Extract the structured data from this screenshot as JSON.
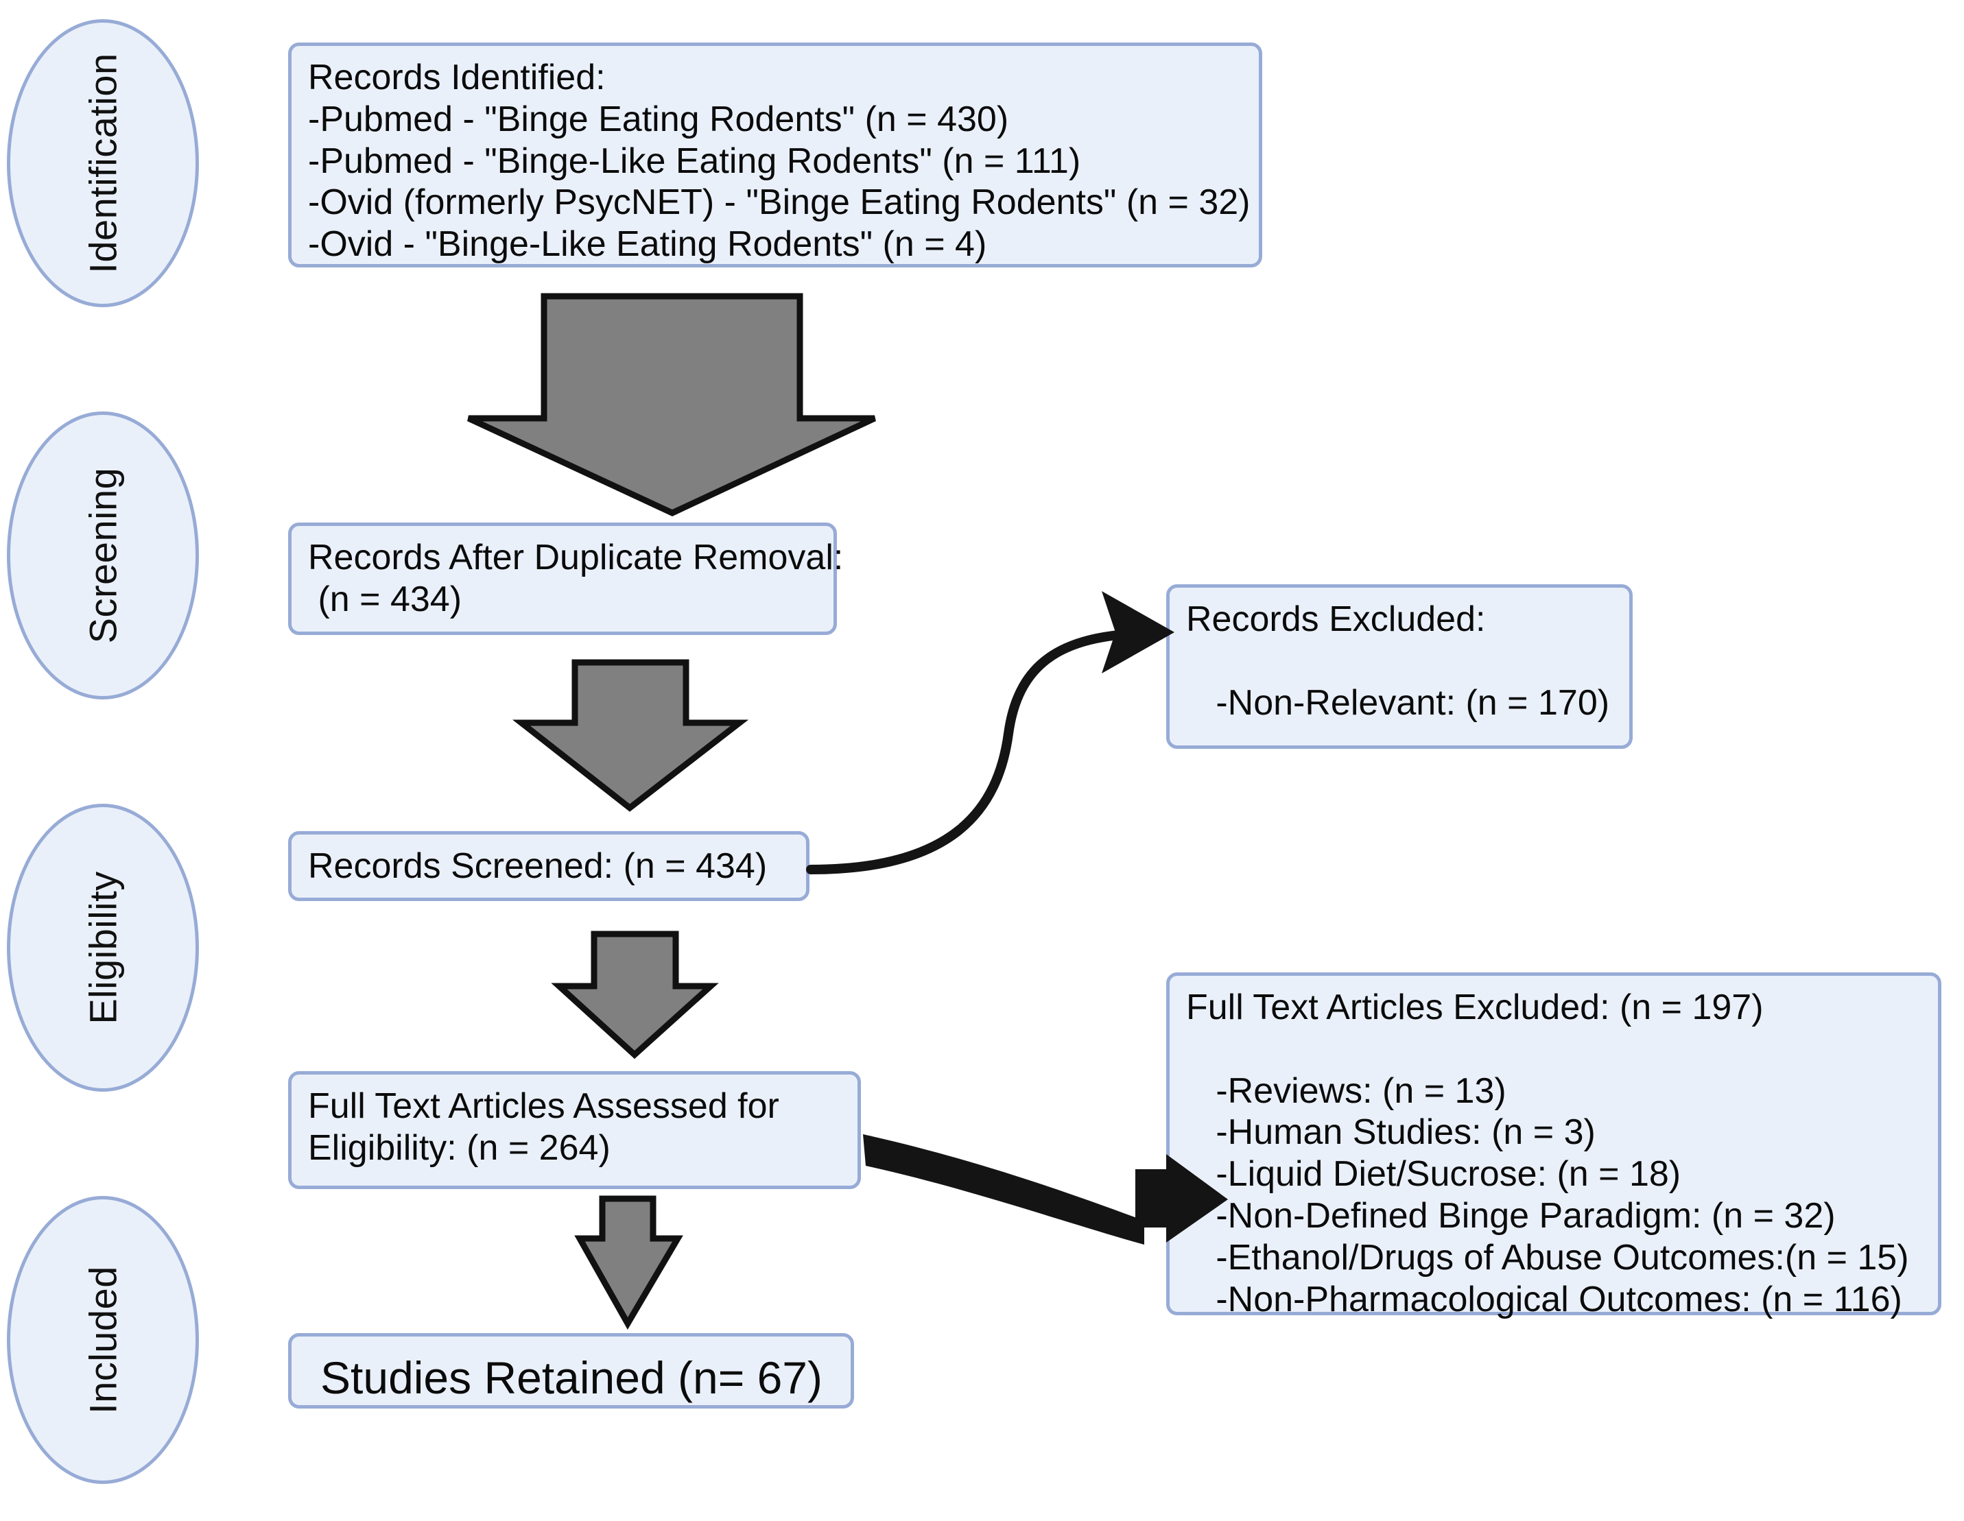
{
  "diagram": {
    "title": "PRISMA Flow Diagram",
    "colors": {
      "box_fill": "#eaf0fa",
      "box_border": "#97abd6",
      "arrow_fill": "#808080",
      "arrow_stroke": "#111111",
      "connector": "#141414",
      "background": "#ffffff"
    }
  },
  "stages": [
    {
      "label": "Identification"
    },
    {
      "label": "Screening"
    },
    {
      "label": "Eligibility"
    },
    {
      "label": "Included"
    }
  ],
  "boxes": {
    "records_identified": {
      "text": "Records Identified:\n-Pubmed - \"Binge Eating Rodents\" (n = 430)\n-Pubmed - \"Binge-Like Eating Rodents\" (n = 111)\n-Ovid (formerly PsycNET) - \"Binge Eating Rodents\" (n = 32)\n-Ovid - \"Binge-Like Eating Rodents\" (n = 4)"
    },
    "after_duplicate_removal": {
      "text": "Records After Duplicate Removal:\n (n = 434)"
    },
    "records_screened": {
      "text": "Records Screened: (n = 434)"
    },
    "full_text_assessed": {
      "text": "Full Text Articles Assessed for\nEligibility: (n = 264)"
    },
    "studies_retained": {
      "text": "Studies Retained (n= 67)"
    },
    "records_excluded": {
      "text": "Records Excluded:\n\n   -Non-Relevant: (n = 170)"
    },
    "full_text_excluded": {
      "text": "Full Text Articles Excluded: (n = 197)\n\n   -Reviews: (n = 13)\n   -Human Studies: (n = 3)\n   -Liquid Diet/Sucrose: (n = 18)\n   -Non-Defined Binge Paradigm: (n = 32)\n   -Ethanol/Drugs of Abuse Outcomes:(n = 15)\n   -Non-Pharmacological Outcomes: (n = 116)"
    }
  },
  "flow_data": {
    "type": "flowchart",
    "identified": {
      "pubmed_binge_eating_rodents": 430,
      "pubmed_binge_like_eating_rodents": 111,
      "ovid_binge_eating_rodents": 32,
      "ovid_binge_like_eating_rodents": 4
    },
    "after_duplicate_removal": 434,
    "records_screened": 434,
    "records_excluded_total": 170,
    "records_excluded_reasons": [
      {
        "reason": "Non-Relevant",
        "n": 170
      }
    ],
    "full_text_assessed": 264,
    "full_text_excluded_total": 197,
    "full_text_excluded_reasons": [
      {
        "reason": "Reviews",
        "n": 13
      },
      {
        "reason": "Human Studies",
        "n": 3
      },
      {
        "reason": "Liquid Diet/Sucrose",
        "n": 18
      },
      {
        "reason": "Non-Defined Binge Paradigm",
        "n": 32
      },
      {
        "reason": "Ethanol/Drugs of Abuse Outcomes",
        "n": 15
      },
      {
        "reason": "Non-Pharmacological Outcomes",
        "n": 116
      }
    ],
    "studies_retained": 67
  }
}
